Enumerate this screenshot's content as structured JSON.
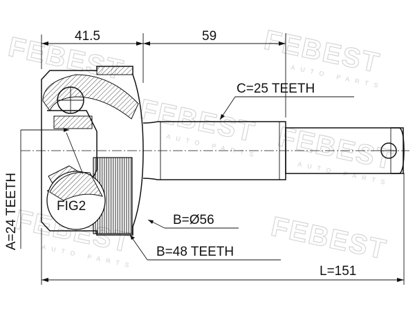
{
  "watermark": {
    "brand": "FEBEST",
    "sub": "AUTO PARTS"
  },
  "dimensions": {
    "top_left": "41.5",
    "top_right": "59",
    "overall": "L=151"
  },
  "specs": {
    "c_teeth": "C=25 TEETH",
    "a_teeth": "A=24 TEETH",
    "b_diameter": "B=Ø56",
    "b_teeth": "B=48 TEETH"
  },
  "detail_label": "FIG2"
}
